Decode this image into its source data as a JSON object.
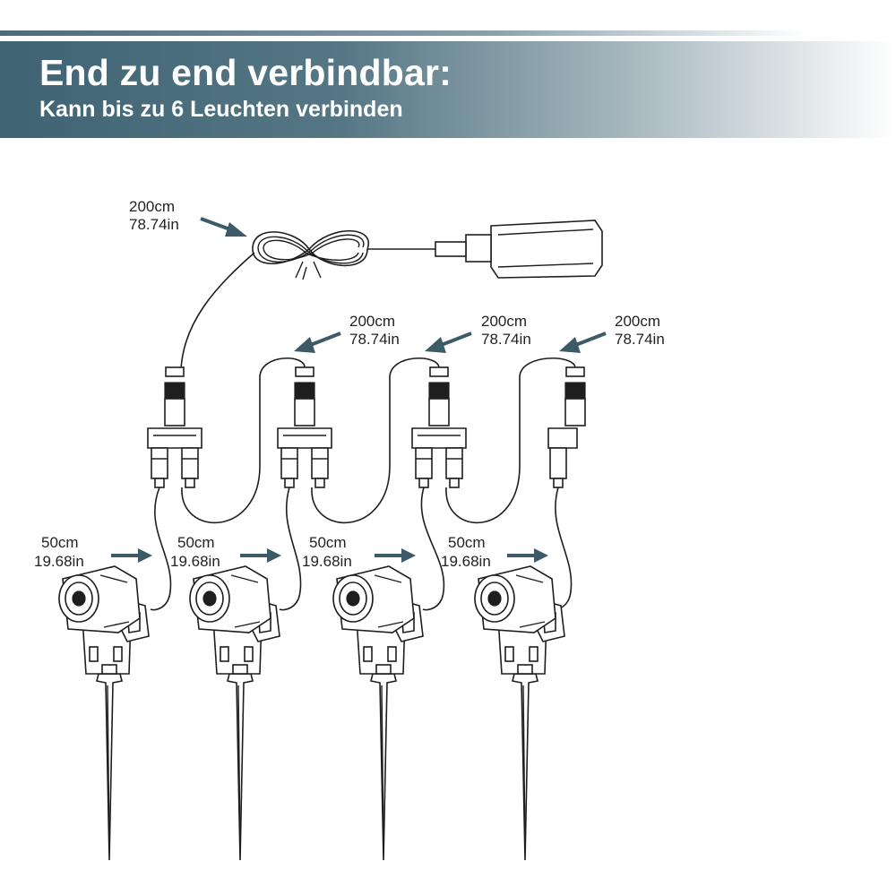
{
  "header": {
    "title": "End zu end verbindbar:",
    "subtitle": "Kann bis zu 6 Leuchten verbinden"
  },
  "labels": {
    "supply_cable": {
      "cm": "200cm",
      "in": "78.74in"
    },
    "link_cables": [
      {
        "cm": "200cm",
        "in": "78.74in"
      },
      {
        "cm": "200cm",
        "in": "78.74in"
      },
      {
        "cm": "200cm",
        "in": "78.74in"
      }
    ],
    "lamp_cables": [
      {
        "cm": "50cm",
        "in": "19.68in"
      },
      {
        "cm": "50cm",
        "in": "19.68in"
      },
      {
        "cm": "50cm",
        "in": "19.68in"
      },
      {
        "cm": "50cm",
        "in": "19.68in"
      }
    ]
  },
  "colors": {
    "banner": "#3f6373",
    "arrow": "#3d5a68",
    "line": "#1e1e1e"
  },
  "icons": [
    "power-adapter-icon",
    "spotlight-icon",
    "connector-icon",
    "arrow-icon"
  ]
}
